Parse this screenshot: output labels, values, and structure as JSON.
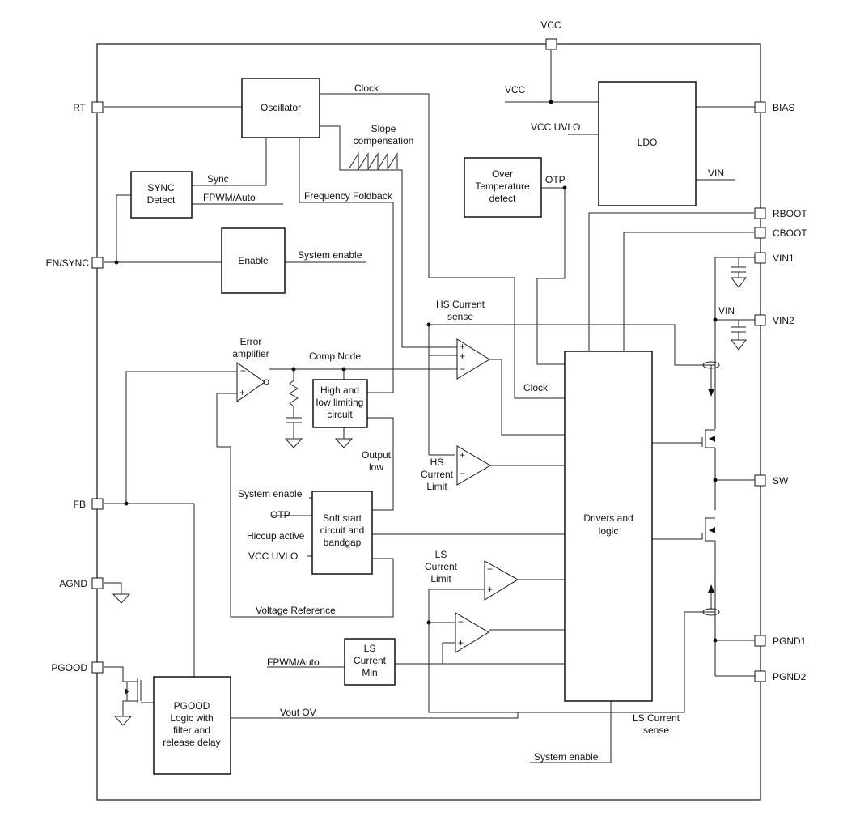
{
  "pins": {
    "vcc": "VCC",
    "rt": "RT",
    "en_sync": "EN/SYNC",
    "fb": "FB",
    "agnd": "AGND",
    "pgood": "PGOOD",
    "bias": "BIAS",
    "rboot": "RBOOT",
    "cboot": "CBOOT",
    "vin1": "VIN1",
    "vin2": "VIN2",
    "sw": "SW",
    "pgnd1": "PGND1",
    "pgnd2": "PGND2"
  },
  "blocks": {
    "oscillator": "Oscillator",
    "sync_detect": [
      "SYNC",
      "Detect"
    ],
    "enable": "Enable",
    "ldo": "LDO",
    "over_temp": [
      "Over",
      "Temperature",
      "detect"
    ],
    "limiting": [
      "High and",
      "low limiting",
      "circuit"
    ],
    "soft_start": [
      "Soft start",
      "circuit and",
      "bandgap"
    ],
    "drivers": [
      "Drivers and",
      "logic"
    ],
    "ls_current_min": [
      "LS",
      "Current",
      "Min"
    ],
    "pgood_logic": [
      "PGOOD",
      "Logic with",
      "filter and",
      "release delay"
    ]
  },
  "labels": {
    "clock_top": "Clock",
    "vcc_ldo": "VCC",
    "vcc_uvlo_ldo": "VCC UVLO",
    "vin_ldo": "VIN",
    "slope_comp": [
      "Slope",
      "compensation"
    ],
    "sync": "Sync",
    "fpwm_auto_top": "FPWM/Auto",
    "freq_foldback": "Frequency Foldback",
    "otp_ot": "OTP",
    "system_enable_top": "System enable",
    "hs_current_sense": [
      "HS Current",
      "sense"
    ],
    "vin_sense": "VIN",
    "error_amp": [
      "Error",
      "amplifier"
    ],
    "comp_node": "Comp Node",
    "clock_drv": "Clock",
    "output_low": [
      "Output",
      "low"
    ],
    "hs_current_limit": [
      "HS",
      "Current",
      "Limit"
    ],
    "ss_system_enable": "System enable",
    "ss_otp": "OTP",
    "ss_hiccup": "Hiccup active",
    "ss_vcc_uvlo": "VCC UVLO",
    "ls_current_limit": [
      "LS",
      "Current",
      "Limit"
    ],
    "voltage_reference": "Voltage Reference",
    "fpwm_auto_bottom": "FPWM/Auto",
    "vout_ov": "Vout OV",
    "ls_current_sense": [
      "LS Current",
      "sense"
    ],
    "system_enable_bottom": "System enable"
  }
}
